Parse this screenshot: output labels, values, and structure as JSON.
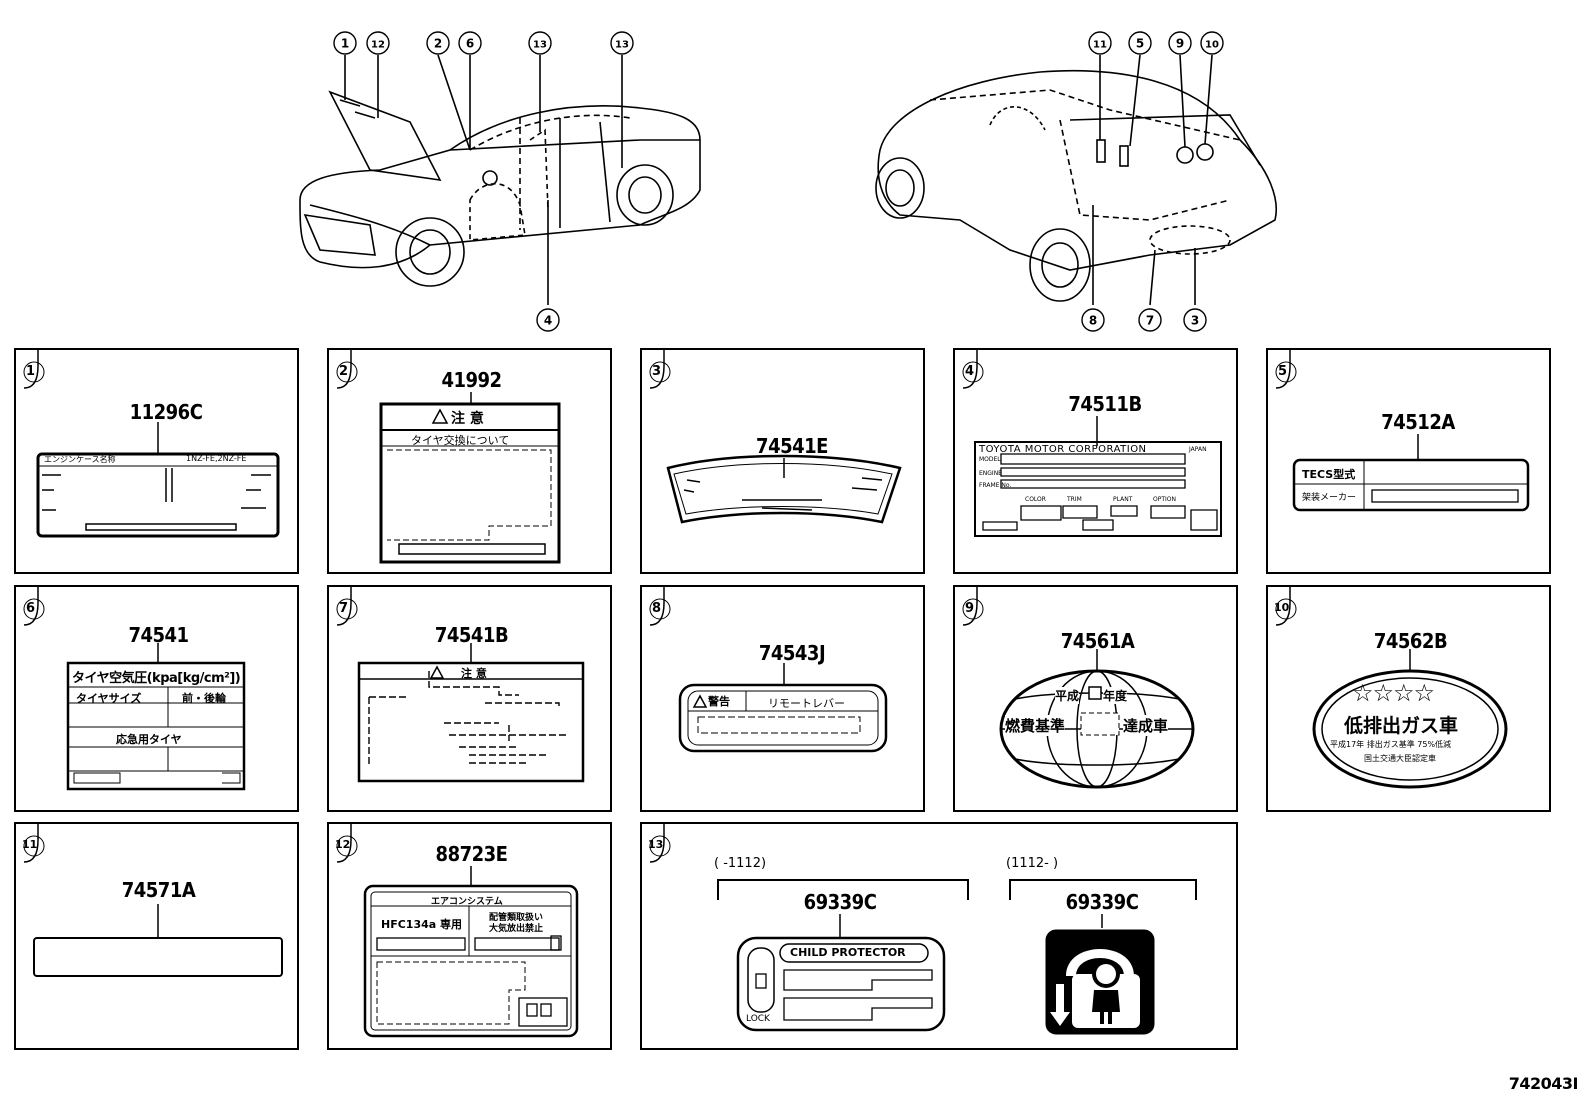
{
  "figure_id": "742043I",
  "callout_marks": {
    "c1": "1",
    "c2": "2",
    "c3": "3",
    "c4": "4",
    "c5": "5",
    "c6": "6",
    "c7": "7",
    "c8": "8",
    "c9": "9",
    "c10": "10",
    "c11": "11",
    "c12": "12",
    "c13": "13"
  },
  "panels": {
    "p1": {
      "index": "1",
      "part": "11296C",
      "l1": "エンジンケース名称",
      "l2": "1NZ-FE,2NZ-FE"
    },
    "p2": {
      "index": "2",
      "part": "41992",
      "l1": "注 意",
      "l2": "タイヤ交換について"
    },
    "p3": {
      "index": "3",
      "part": "74541E"
    },
    "p4": {
      "index": "4",
      "part": "74511B",
      "l1": "TOYOTA MOTOR CORPORATION",
      "l1b": "JAPAN",
      "l2": "MODEL",
      "l3": "ENGINE",
      "l4": "FRAME No.",
      "l5": "COLOR",
      "l6": "TRIM",
      "l7": "PLANT",
      "l8": "OPTION"
    },
    "p5": {
      "index": "5",
      "part": "74512A",
      "l1": "TECS型式",
      "l2": "架装メーカー"
    },
    "p6": {
      "index": "6",
      "part": "74541",
      "l1": "タイヤ空気圧(kpa[kg/cm²])",
      "l2": "タイヤサイズ",
      "l3": "前・後輪",
      "l4": "応急用タイヤ"
    },
    "p7": {
      "index": "7",
      "part": "74541B",
      "l1": "注 意"
    },
    "p8": {
      "index": "8",
      "part": "74543J",
      "l1": "警告",
      "l2": "リモートレバー"
    },
    "p9": {
      "index": "9",
      "part": "74561A",
      "l1": "平成",
      "l2": "年度",
      "l3": "燃費基準",
      "l4": "達成車"
    },
    "p10": {
      "index": "10",
      "part": "74562B",
      "l1": "☆☆☆☆",
      "l2": "低排出ガス車",
      "l3": "平成17年 排出ガス基準 75%低減",
      "l4": "国土交通大臣認定車"
    },
    "p11": {
      "index": "11",
      "part": "74571A"
    },
    "p12": {
      "index": "12",
      "part": "88723E",
      "l1": "エアコンシステム",
      "l2": "HFC134a 専用",
      "l3": "配管類取扱い",
      "l4": "大気放出禁止"
    },
    "p13": {
      "index": "13",
      "left_range": "(      -1112)",
      "right_range": "(1112-      )",
      "part_left": "69339C",
      "part_right": "69339C",
      "l1": "CHILD PROTECTOR",
      "l2": "LOCK"
    }
  }
}
